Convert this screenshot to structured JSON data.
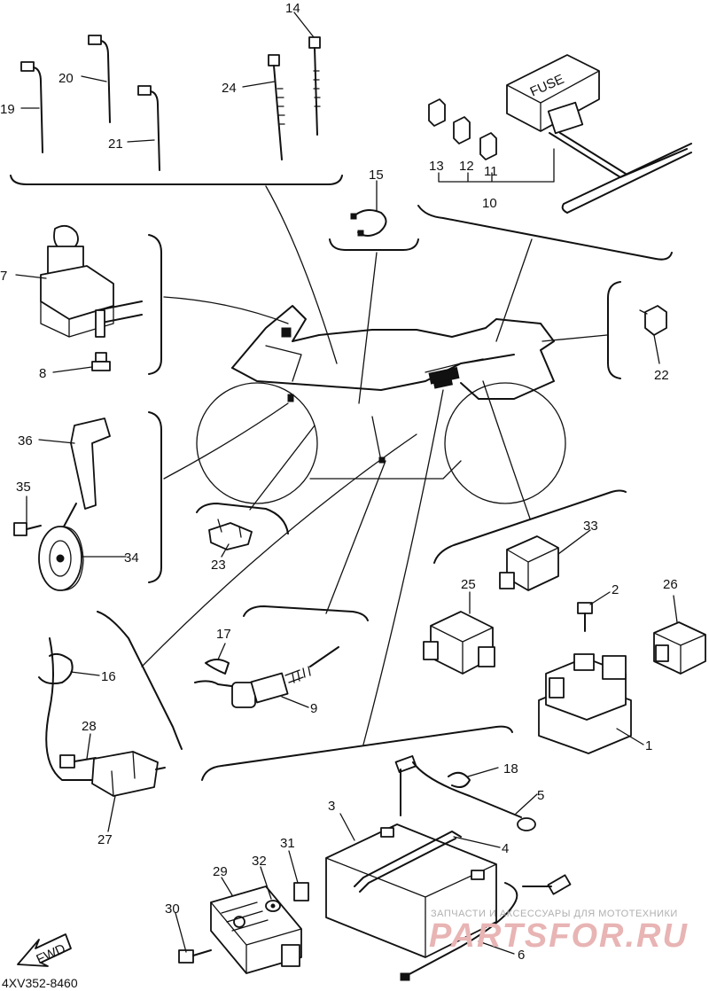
{
  "callouts": {
    "n1": "1",
    "n2": "2",
    "n3": "3",
    "n4": "4",
    "n5": "5",
    "n6": "6",
    "n7": "7",
    "n8": "8",
    "n9": "9",
    "n10": "10",
    "n11": "11",
    "n12": "12",
    "n13": "13",
    "n14": "14",
    "n15": "15",
    "n16": "16",
    "n17": "17",
    "n18": "18",
    "n19": "19",
    "n20": "20",
    "n21": "21",
    "n22": "22",
    "n23": "23",
    "n24": "24",
    "n25": "25",
    "n26": "26",
    "n27": "27",
    "n28": "28",
    "n29": "29",
    "n30": "30",
    "n31": "31",
    "n32": "32",
    "n33": "33",
    "n34": "34",
    "n35": "35",
    "n36": "36"
  },
  "fuse_box_label": "FUSE",
  "fwd_label": "FWD",
  "diagram_code": "4XV352-8460",
  "watermark": {
    "line1": "ЗАПЧАСТИ И АКСЕССУАРЫ ДЛЯ МОТОТЕХНИКИ",
    "line2": "PARTSFOR.RU"
  }
}
